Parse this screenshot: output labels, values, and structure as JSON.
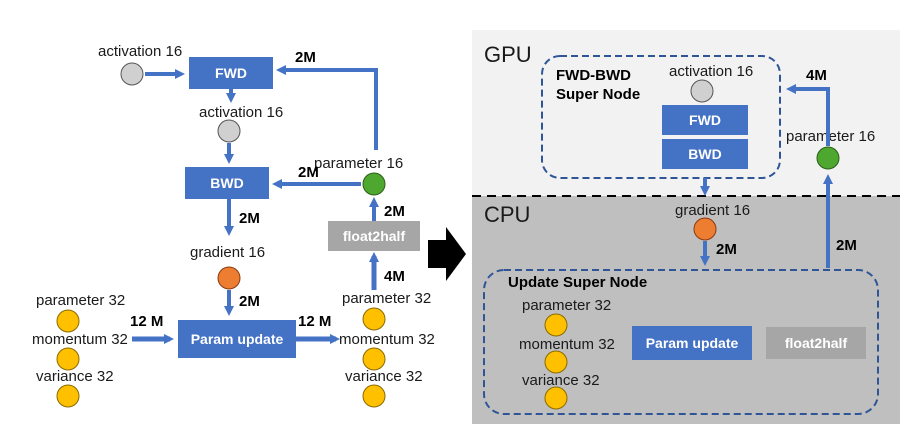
{
  "colors": {
    "box_blue": "#4472C4",
    "arrow_blue": "#4472C4",
    "box_gray": "#A6A6A6",
    "node_gray": "#D0D0D0",
    "node_orange": "#ED7D31",
    "node_yellow": "#FFC000",
    "node_green": "#4EA72E",
    "gpu_bg": "#F2F2F2",
    "cpu_bg": "#BFBFBF",
    "dash_border": "#2F5597"
  },
  "left": {
    "activation_in": "activation 16",
    "fwd": "FWD",
    "activation_mid": "activation 16",
    "bwd": "BWD",
    "gradient": "gradient 16",
    "param16": "parameter 16",
    "float2half": "float2half",
    "param_update": "Param update",
    "in_param": "parameter 32",
    "in_momentum": "momentum 32",
    "in_variance": "variance 32",
    "out_param": "parameter 32",
    "out_momentum": "momentum 32",
    "out_variance": "variance 32",
    "bw_2m_top": "2M",
    "bw_2m_bwd": "2M",
    "bw_2m_grad": "2M",
    "bw_2m_update": "2M",
    "bw_2m_f2h": "2M",
    "bw_4m": "4M",
    "bw_12m_in": "12 M",
    "bw_12m_out": "12 M"
  },
  "right": {
    "gpu_label": "GPU",
    "cpu_label": "CPU",
    "fwdbwd_title_1": "FWD-BWD",
    "fwdbwd_title_2": "Super Node",
    "activation": "activation 16",
    "fwd": "FWD",
    "bwd": "BWD",
    "param16": "parameter 16",
    "bw_4m": "4M",
    "gradient": "gradient 16",
    "bw_2m_grad": "2M",
    "bw_2m_up": "2M",
    "update_title": "Update Super Node",
    "param32": "parameter 32",
    "momentum32": "momentum 32",
    "variance32": "variance 32",
    "param_update": "Param update",
    "float2half": "float2half"
  }
}
